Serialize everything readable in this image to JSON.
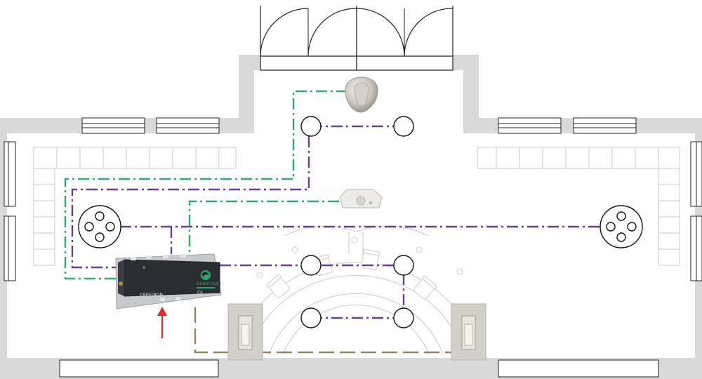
{
  "controller": {
    "brand": "CRESTRON",
    "logo_lines": [
      "Green Light"
    ],
    "mark": "CE"
  },
  "colors": {
    "wall": "#d9d9d9",
    "occupancy_wire": "#2bab6e",
    "lighting_wire": "#6a3d91",
    "switch_wire": "#a0825a",
    "callout_arrow": "#e8262b",
    "controller_body": "#2a2d31"
  },
  "icons": [
    "door-arc-icon",
    "ceiling-light-icon",
    "pendant-light-icon",
    "wall-occupancy-sensor-icon",
    "ceiling-occupancy-sensor-icon",
    "wall-switch-icon",
    "chair-icon",
    "arrow-up-icon"
  ]
}
